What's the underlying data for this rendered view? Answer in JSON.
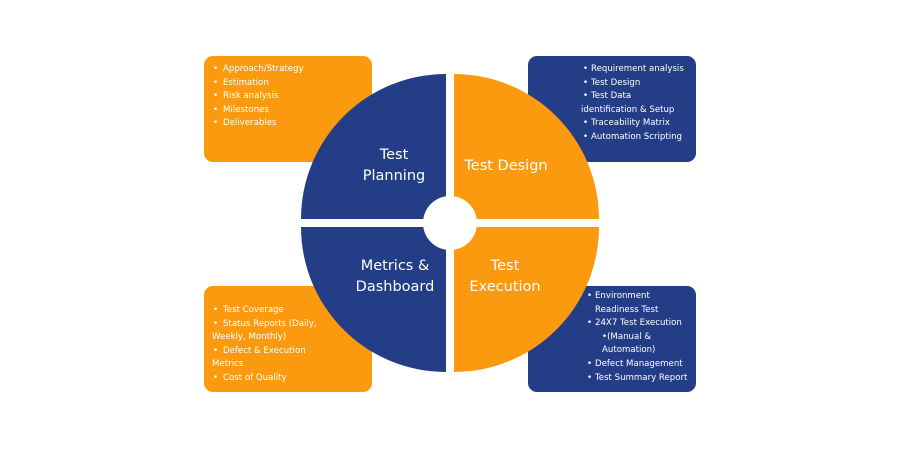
{
  "quadrants": {
    "planning": {
      "label_line1": "Test",
      "label_line2": "Planning",
      "color": "#233e86"
    },
    "design": {
      "label": "Test Design",
      "color": "#fb9a0e"
    },
    "metrics": {
      "label_line1": "Metrics &",
      "label_line2": "Dashboard",
      "color": "#233e86"
    },
    "execution": {
      "label_line1": "Test",
      "label_line2": "Execution",
      "color": "#fb9a0e"
    }
  },
  "boxes": {
    "planning": {
      "items": [
        "Approach/Strategy",
        "Estimation",
        "Risk analysis",
        "Milestones",
        "Deliverables"
      ]
    },
    "design": {
      "items": [
        "Requirement analysis",
        "Test Design",
        "Test Data",
        "identification & Setup",
        "Traceability Matrix",
        "Automation Scripting"
      ]
    },
    "metrics": {
      "items": [
        "Test Coverage",
        "Status Reports (Daily,",
        "Weekly, Monthly)",
        "Defect & Execution",
        "Metrics",
        "Cost of Quality"
      ]
    },
    "execution": {
      "items": [
        "Environment",
        "Readiness Test",
        "24X7 Test Execution",
        "•(Manual &",
        "Automation)",
        "Defect Management",
        "Test Summary Report"
      ]
    }
  },
  "colors": {
    "orange": "#fb9a0e",
    "blue": "#233e86"
  }
}
